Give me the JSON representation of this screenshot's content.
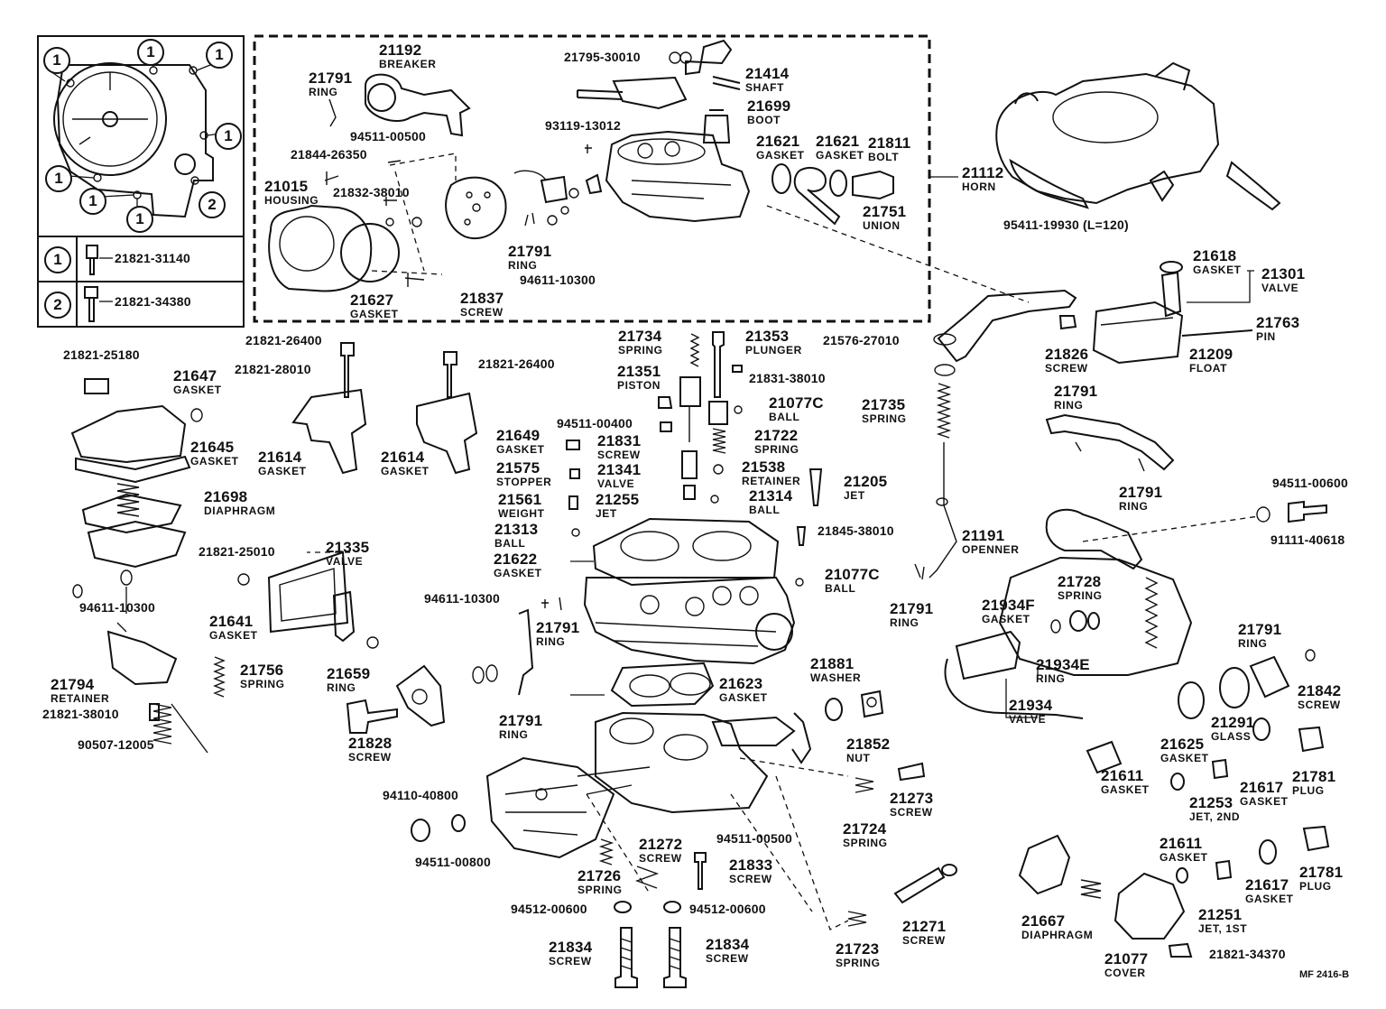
{
  "diagram": {
    "reference": "MF 2416-B",
    "legend": [
      {
        "key": "1",
        "part": "21821-31140"
      },
      {
        "key": "2",
        "part": "21821-34380"
      }
    ],
    "callouts": [
      {
        "pn": "21192",
        "name": "BREAKER"
      },
      {
        "pn": "21791",
        "name": "RING"
      },
      {
        "pn": "21795-30010",
        "name": ""
      },
      {
        "pn": "21414",
        "name": "SHAFT"
      },
      {
        "pn": "93119-13012",
        "name": ""
      },
      {
        "pn": "21699",
        "name": "BOOT"
      },
      {
        "pn": "94511-00500",
        "name": ""
      },
      {
        "pn": "21844-26350",
        "name": ""
      },
      {
        "pn": "21621",
        "name": "GASKET"
      },
      {
        "pn": "21621",
        "name": "GASKET"
      },
      {
        "pn": "21811",
        "name": "BOLT"
      },
      {
        "pn": "21112",
        "name": "HORN"
      },
      {
        "pn": "21015",
        "name": "HOUSING"
      },
      {
        "pn": "21832-38010",
        "name": ""
      },
      {
        "pn": "21751",
        "name": "UNION"
      },
      {
        "pn": "21791",
        "name": "RING"
      },
      {
        "pn": "94611-10300",
        "name": ""
      },
      {
        "pn": "21627",
        "name": "GASKET"
      },
      {
        "pn": "21837",
        "name": "SCREW"
      },
      {
        "pn": "95411-19930 (L=120)",
        "name": ""
      },
      {
        "pn": "21618",
        "name": "GASKET"
      },
      {
        "pn": "21301",
        "name": "VALVE"
      },
      {
        "pn": "21763",
        "name": "PIN"
      },
      {
        "pn": "21826",
        "name": "SCREW"
      },
      {
        "pn": "21209",
        "name": "FLOAT"
      },
      {
        "pn": "21576-27010",
        "name": ""
      },
      {
        "pn": "21734",
        "name": "SPRING"
      },
      {
        "pn": "21353",
        "name": "PLUNGER"
      },
      {
        "pn": "21351",
        "name": "PISTON"
      },
      {
        "pn": "21831-38010",
        "name": ""
      },
      {
        "pn": "21077C",
        "name": "BALL"
      },
      {
        "pn": "21735",
        "name": "SPRING"
      },
      {
        "pn": "94511-00400",
        "name": ""
      },
      {
        "pn": "21649",
        "name": "GASKET"
      },
      {
        "pn": "21831",
        "name": "SCREW"
      },
      {
        "pn": "21722",
        "name": "SPRING"
      },
      {
        "pn": "21575",
        "name": "STOPPER"
      },
      {
        "pn": "21341",
        "name": "VALVE"
      },
      {
        "pn": "21538",
        "name": "RETAINER"
      },
      {
        "pn": "21205",
        "name": "JET"
      },
      {
        "pn": "21561",
        "name": "WEIGHT"
      },
      {
        "pn": "21255",
        "name": "JET"
      },
      {
        "pn": "21314",
        "name": "BALL"
      },
      {
        "pn": "21313",
        "name": "BALL"
      },
      {
        "pn": "21845-38010",
        "name": ""
      },
      {
        "pn": "21622",
        "name": "GASKET"
      },
      {
        "pn": "94611-10300",
        "name": ""
      },
      {
        "pn": "21791",
        "name": "RING"
      },
      {
        "pn": "21077C",
        "name": "BALL"
      },
      {
        "pn": "21791",
        "name": "RING"
      },
      {
        "pn": "21191",
        "name": "OPENNER"
      },
      {
        "pn": "21791",
        "name": "RING"
      },
      {
        "pn": "94511-00600",
        "name": ""
      },
      {
        "pn": "91111-40618",
        "name": ""
      },
      {
        "pn": "21791",
        "name": "RING"
      },
      {
        "pn": "21728",
        "name": "SPRING"
      },
      {
        "pn": "21934F",
        "name": "GASKET"
      },
      {
        "pn": "21934E",
        "name": "RING"
      },
      {
        "pn": "21791",
        "name": "RING"
      },
      {
        "pn": "21934",
        "name": "VALVE"
      },
      {
        "pn": "21842",
        "name": "SCREW"
      },
      {
        "pn": "21291",
        "name": "GLASS"
      },
      {
        "pn": "21625",
        "name": "GASKET"
      },
      {
        "pn": "21881",
        "name": "WASHER"
      },
      {
        "pn": "21852",
        "name": "NUT"
      },
      {
        "pn": "21623",
        "name": "GASKET"
      },
      {
        "pn": "21791",
        "name": "RING"
      },
      {
        "pn": "21821-25180",
        "name": ""
      },
      {
        "pn": "21647",
        "name": "GASKET"
      },
      {
        "pn": "21821-26400",
        "name": ""
      },
      {
        "pn": "21821-28010",
        "name": ""
      },
      {
        "pn": "21821-26400",
        "name": ""
      },
      {
        "pn": "21645",
        "name": "GASKET"
      },
      {
        "pn": "21614",
        "name": "GASKET"
      },
      {
        "pn": "21614",
        "name": "GASKET"
      },
      {
        "pn": "21698",
        "name": "DIAPHRAGM"
      },
      {
        "pn": "21821-25010",
        "name": ""
      },
      {
        "pn": "21335",
        "name": "VALVE"
      },
      {
        "pn": "94611-10300",
        "name": ""
      },
      {
        "pn": "21641",
        "name": "GASKET"
      },
      {
        "pn": "21659",
        "name": "RING"
      },
      {
        "pn": "21794",
        "name": "RETAINER"
      },
      {
        "pn": "21756",
        "name": "SPRING"
      },
      {
        "pn": "21821-38010",
        "name": ""
      },
      {
        "pn": "90507-12005",
        "name": ""
      },
      {
        "pn": "21828",
        "name": "SCREW"
      },
      {
        "pn": "21611",
        "name": "GASKET"
      },
      {
        "pn": "21253",
        "name": "JET, 2ND"
      },
      {
        "pn": "21617",
        "name": "GASKET"
      },
      {
        "pn": "21781",
        "name": "PLUG"
      },
      {
        "pn": "21273",
        "name": "SCREW"
      },
      {
        "pn": "21724",
        "name": "SPRING"
      },
      {
        "pn": "94110-40800",
        "name": ""
      },
      {
        "pn": "94511-00800",
        "name": ""
      },
      {
        "pn": "21272",
        "name": "SCREW"
      },
      {
        "pn": "94511-00500",
        "name": ""
      },
      {
        "pn": "21726",
        "name": "SPRING"
      },
      {
        "pn": "21833",
        "name": "SCREW"
      },
      {
        "pn": "94512-00600",
        "name": ""
      },
      {
        "pn": "94512-00600",
        "name": ""
      },
      {
        "pn": "21834",
        "name": "SCREW"
      },
      {
        "pn": "21834",
        "name": "SCREW"
      },
      {
        "pn": "21271",
        "name": "SCREW"
      },
      {
        "pn": "21723",
        "name": "SPRING"
      },
      {
        "pn": "21611",
        "name": "GASKET"
      },
      {
        "pn": "21617",
        "name": "GASKET"
      },
      {
        "pn": "21781",
        "name": "PLUG"
      },
      {
        "pn": "21251",
        "name": "JET, 1ST"
      },
      {
        "pn": "21667",
        "name": "DIAPHRAGM"
      },
      {
        "pn": "21077",
        "name": "COVER"
      },
      {
        "pn": "21821-34370",
        "name": ""
      }
    ]
  }
}
